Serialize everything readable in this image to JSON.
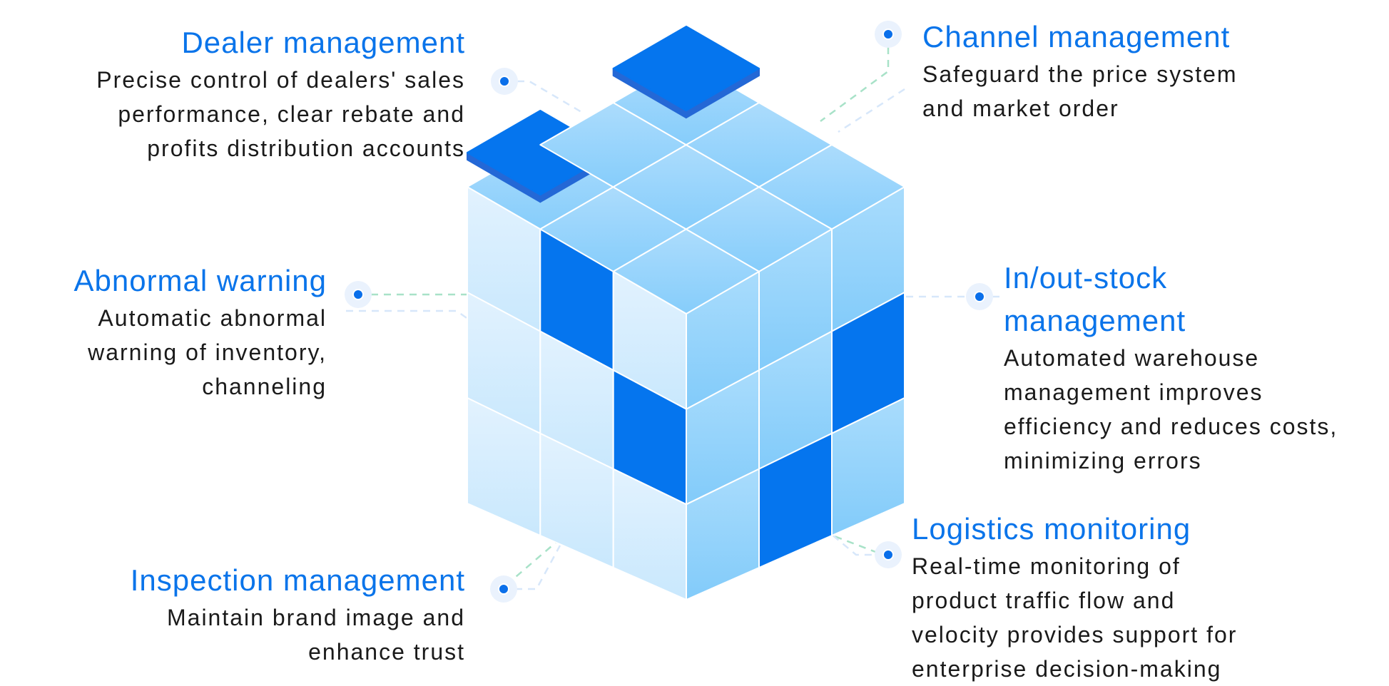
{
  "colors": {
    "accent": "#0a74ea",
    "text": "#1a1a1a",
    "tile_dark": "#0575ee",
    "tile_dark_edge": "#2468d6",
    "tile_light_top": "#a6d9fb",
    "tile_light_left": "#d9effd",
    "tile_light_right": "#8fd0fb",
    "dot_ring": "#eaf2fd",
    "dot": "#0a6fea",
    "line_green": "#a8e2c8",
    "line_blue": "#d7e7fa"
  },
  "features": {
    "dealer": {
      "title": "Dealer management",
      "lines": [
        "Precise control of dealers' sales",
        "performance, clear rebate and",
        "profits distribution accounts"
      ]
    },
    "abnormal": {
      "title": "Abnormal warning",
      "lines": [
        "Automatic abnormal",
        "warning of inventory,",
        "channeling"
      ]
    },
    "inspection": {
      "title": "Inspection management",
      "lines": [
        "Maintain brand image and",
        "enhance trust"
      ]
    },
    "channel": {
      "title": "Channel management",
      "lines": [
        "Safeguard the price system",
        "and market order"
      ]
    },
    "inout": {
      "title_lines": [
        "In/out-stock",
        "management"
      ],
      "lines": [
        "Automated warehouse",
        "management improves",
        "efficiency and reduces costs,",
        "minimizing errors"
      ]
    },
    "logistics": {
      "title": "Logistics monitoring",
      "lines": [
        "Real-time monitoring of",
        "product traffic flow and",
        "velocity provides support for",
        "enterprise decision-making"
      ]
    }
  },
  "cube": {
    "grid": 3,
    "left_face_dark_cells": [
      [
        0,
        1
      ],
      [
        1,
        2
      ]
    ],
    "right_face_dark_cells": [
      [
        2,
        1
      ],
      [
        1,
        2
      ]
    ],
    "top_face_dark_cells": [
      [
        0,
        0
      ],
      [
        0,
        2
      ]
    ]
  }
}
